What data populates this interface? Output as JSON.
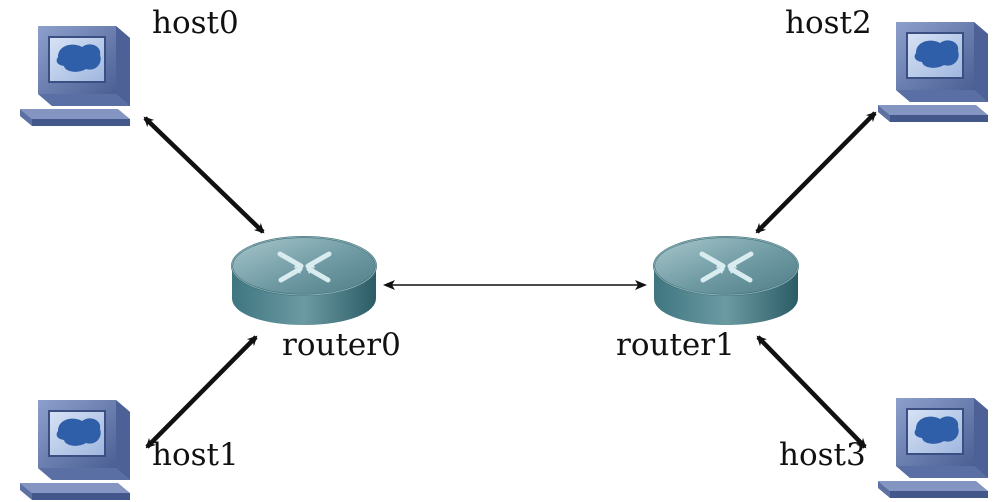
{
  "diagram": {
    "hosts": [
      {
        "id": "host0",
        "label": "host0",
        "icon": "desktop-computer-icon"
      },
      {
        "id": "host1",
        "label": "host1",
        "icon": "desktop-computer-icon"
      },
      {
        "id": "host2",
        "label": "host2",
        "icon": "desktop-computer-icon"
      },
      {
        "id": "host3",
        "label": "host3",
        "icon": "desktop-computer-icon"
      }
    ],
    "routers": [
      {
        "id": "router0",
        "label": "router0",
        "icon": "router-icon"
      },
      {
        "id": "router1",
        "label": "router1",
        "icon": "router-icon"
      }
    ],
    "links": [
      {
        "from": "host0",
        "to": "router0",
        "direction": "bidirectional"
      },
      {
        "from": "host1",
        "to": "router0",
        "direction": "bidirectional"
      },
      {
        "from": "router0",
        "to": "router1",
        "direction": "bidirectional"
      },
      {
        "from": "host2",
        "to": "router1",
        "direction": "bidirectional"
      },
      {
        "from": "host3",
        "to": "router1",
        "direction": "bidirectional"
      }
    ],
    "colors": {
      "monitor_frame": "#5f75a8",
      "monitor_screen": "#1f4b8e",
      "screen_blob": "#2c5fa6",
      "router_top": "#6f9aa3",
      "router_side": "#2f6570",
      "arrow": "#111111"
    }
  }
}
